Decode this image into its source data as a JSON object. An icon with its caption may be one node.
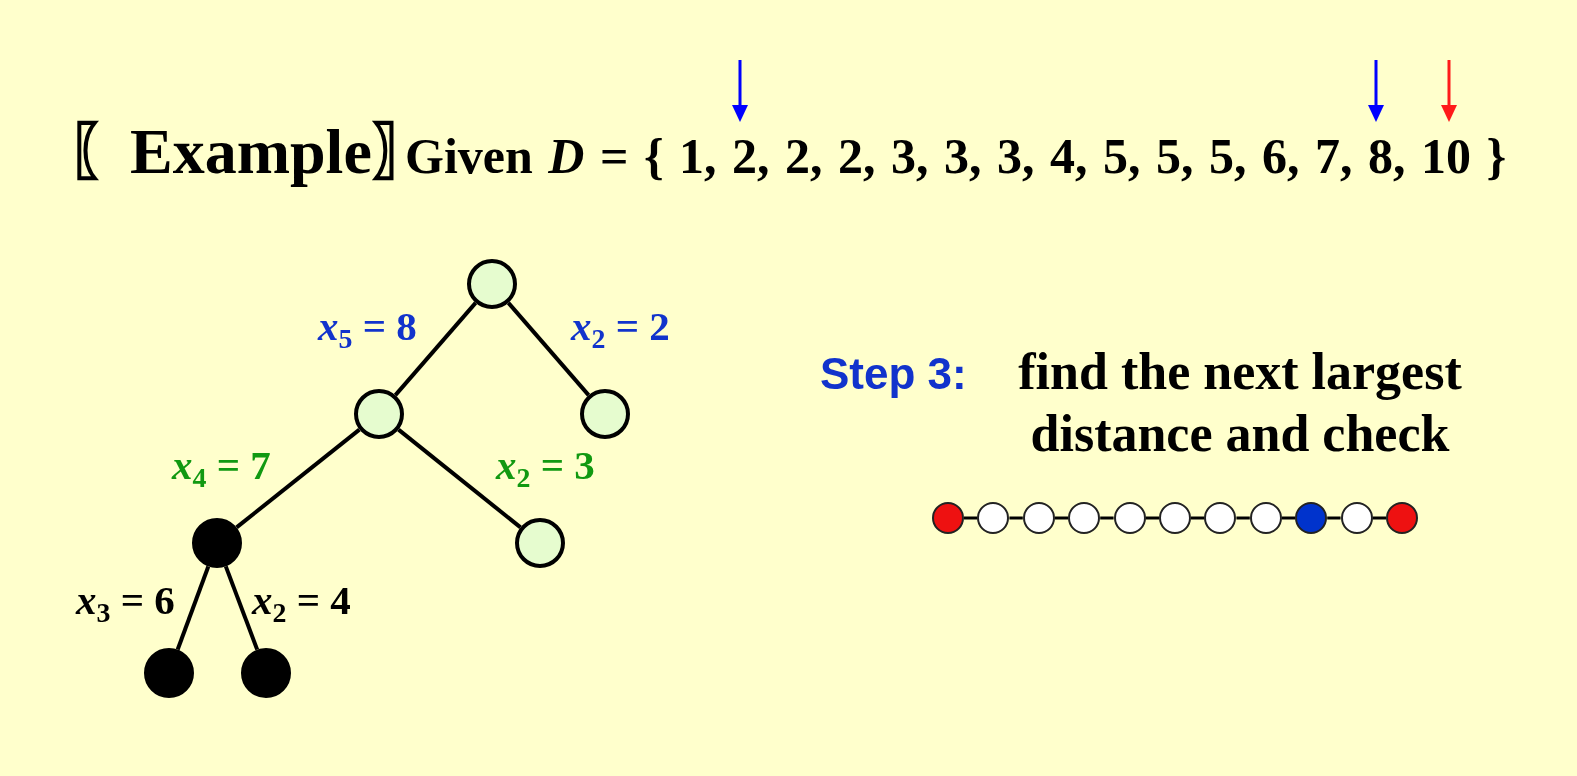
{
  "diagram": {
    "title": "〖Example〗",
    "nodes": [
      {
        "text": [],
        "shape": "circle"
      },
      {
        "text": [],
        "shape": "circle"
      },
      {
        "text": [],
        "shape": "circle"
      },
      {
        "text": [],
        "shape": "circle"
      },
      {
        "text": [],
        "shape": "circle"
      },
      {
        "text": [],
        "shape": "circle"
      },
      {
        "text": [],
        "shape": "circle"
      },
      {
        "text": [],
        "shape": "circle"
      },
      {
        "text": [],
        "shape": "circle"
      },
      {
        "text": [],
        "shape": "circle"
      },
      {
        "text": [],
        "shape": "circle"
      },
      {
        "text": [],
        "shape": "circle"
      },
      {
        "text": [],
        "shape": "circle"
      },
      {
        "text": [],
        "shape": "circle"
      },
      {
        "text": [],
        "shape": "circle"
      },
      {
        "text": [],
        "shape": "circle"
      },
      {
        "text": [],
        "shape": "circle"
      },
      {
        "text": [],
        "shape": "circle"
      }
    ],
    "edges": [
      {
        "from": 0,
        "to": 1,
        "arrow": "none",
        "label": "*x*$_{5}$ = 8"
      },
      {
        "from": 0,
        "to": 2,
        "arrow": "none",
        "label": "*x*$_{2}$ = 2"
      },
      {
        "from": 1,
        "to": 3,
        "arrow": "none",
        "label": "*x*$_{4}$ = 7"
      },
      {
        "from": 1,
        "to": 4,
        "arrow": "none",
        "label": "*x*$_{2}$ = 3"
      },
      {
        "from": 3,
        "to": 5,
        "arrow": "none",
        "label": "*x*$_{3}$ = 6"
      },
      {
        "from": 3,
        "to": 6,
        "arrow": "none",
        "label": "*x*$_{2}$ = 4"
      },
      {
        "from": 7,
        "to": 8,
        "arrow": "none"
      },
      {
        "from": 8,
        "to": 9,
        "arrow": "none"
      },
      {
        "from": 9,
        "to": 10,
        "arrow": "none"
      },
      {
        "from": 10,
        "to": 11,
        "arrow": "none"
      },
      {
        "from": 11,
        "to": 12,
        "arrow": "none"
      },
      {
        "from": 12,
        "to": 13,
        "arrow": "none"
      },
      {
        "from": 13,
        "to": 14,
        "arrow": "none"
      },
      {
        "from": 14,
        "to": 15,
        "arrow": "none"
      },
      {
        "from": 15,
        "to": 16,
        "arrow": "none"
      },
      {
        "from": 16,
        "to": 17,
        "arrow": "none"
      }
    ],
    "labels": [
      "Given *D* = { 1, 2, 2, 2, 3, 3, 3, 4, 5, 5, 5, 6, 7, 8, 10 }",
      "Step 3:",
      "find the next largest distance and check"
    ]
  }
}
